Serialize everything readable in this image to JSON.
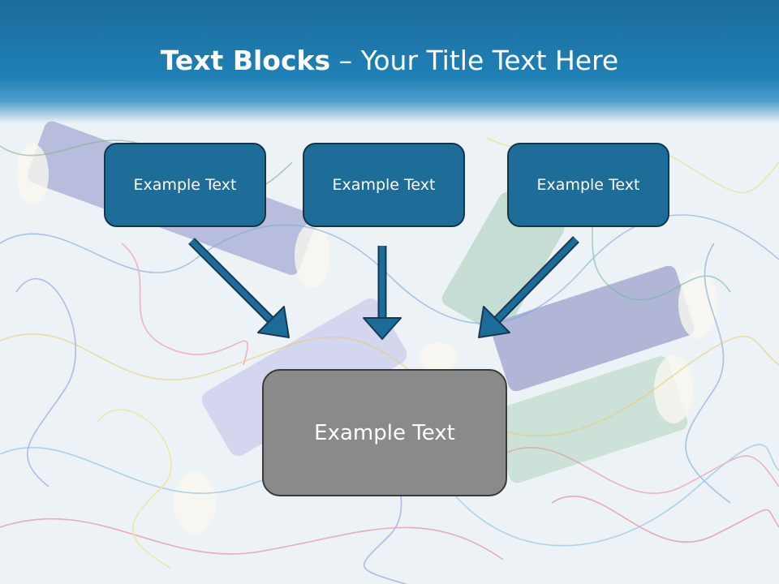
{
  "slide": {
    "title_bold": "Text Blocks",
    "title_rest": " – Your Title Text Here",
    "boxes": [
      {
        "label": "Example Text"
      },
      {
        "label": "Example Text"
      },
      {
        "label": "Example Text"
      }
    ],
    "center_box": {
      "label": "Example Text"
    }
  },
  "colors": {
    "header": "#1f80b5",
    "box_fill": "#1d6d98",
    "box_border": "#16354a",
    "center_fill": "#8a8a8a",
    "arrow": "#1b6c98"
  }
}
